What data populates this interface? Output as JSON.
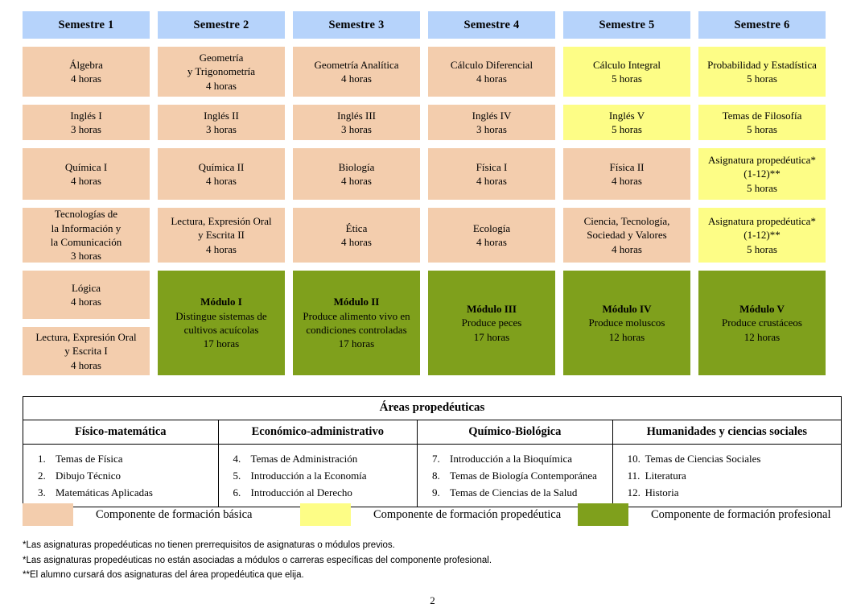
{
  "colors": {
    "header_blue": "#b6d3fb",
    "basica_peach": "#f3cdad",
    "propedeutica_yellow": "#fdfd86",
    "profesional_green": "#7fa01c",
    "border": "#000000"
  },
  "semesters": [
    {
      "header": "Semestre 1",
      "cells": [
        {
          "type": "basica",
          "height": "h-r1",
          "lines": [
            "Álgebra",
            "4 horas"
          ]
        },
        {
          "type": "basica",
          "height": "h-r2",
          "lines": [
            "Inglés I",
            "3 horas"
          ]
        },
        {
          "type": "basica",
          "height": "h-r3",
          "lines": [
            "Química I",
            "4 horas"
          ]
        },
        {
          "type": "basica",
          "height": "h-r4",
          "lines": [
            "Tecnologías de",
            "la Información y",
            "la Comunicación",
            "3 horas"
          ]
        },
        {
          "type": "basica",
          "height": "h-r5",
          "lines": [
            "Lógica",
            "4 horas"
          ]
        },
        {
          "type": "basica",
          "height": "h-r6",
          "lines": [
            "Lectura, Expresión Oral",
            "y Escrita I",
            "4 horas"
          ]
        }
      ]
    },
    {
      "header": "Semestre 2",
      "cells": [
        {
          "type": "basica",
          "height": "h-r1",
          "lines": [
            "Geometría",
            "y Trigonometría",
            "4 horas"
          ]
        },
        {
          "type": "basica",
          "height": "h-r2",
          "lines": [
            "Inglés II",
            "3 horas"
          ]
        },
        {
          "type": "basica",
          "height": "h-r3",
          "lines": [
            "Química II",
            "4 horas"
          ]
        },
        {
          "type": "basica",
          "height": "h-r4",
          "lines": [
            "Lectura, Expresión Oral",
            "y Escrita II",
            "4 horas"
          ]
        },
        {
          "type": "profesional",
          "height": "h-mod",
          "title": "Módulo I",
          "lines": [
            "Distingue sistemas de",
            "cultivos acuícolas",
            "17 horas"
          ]
        }
      ]
    },
    {
      "header": "Semestre 3",
      "cells": [
        {
          "type": "basica",
          "height": "h-r1",
          "lines": [
            "Geometría Analítica",
            "4 horas"
          ]
        },
        {
          "type": "basica",
          "height": "h-r2",
          "lines": [
            "Inglés III",
            "3 horas"
          ]
        },
        {
          "type": "basica",
          "height": "h-r3",
          "lines": [
            "Biología",
            "4 horas"
          ]
        },
        {
          "type": "basica",
          "height": "h-r4",
          "lines": [
            "Ética",
            "4 horas"
          ]
        },
        {
          "type": "profesional",
          "height": "h-mod",
          "title": "Módulo II",
          "lines": [
            "Produce alimento vivo en",
            "condiciones controladas",
            "17 horas"
          ]
        }
      ]
    },
    {
      "header": "Semestre 4",
      "cells": [
        {
          "type": "basica",
          "height": "h-r1",
          "lines": [
            "Cálculo Diferencial",
            "4 horas"
          ]
        },
        {
          "type": "basica",
          "height": "h-r2",
          "lines": [
            "Inglés IV",
            "3 horas"
          ]
        },
        {
          "type": "basica",
          "height": "h-r3",
          "lines": [
            "Física I",
            "4 horas"
          ]
        },
        {
          "type": "basica",
          "height": "h-r4",
          "lines": [
            "Ecología",
            "4 horas"
          ]
        },
        {
          "type": "profesional",
          "height": "h-mod",
          "title": "Módulo III",
          "lines": [
            "Produce peces",
            "17 horas"
          ]
        }
      ]
    },
    {
      "header": "Semestre 5",
      "cells": [
        {
          "type": "propedeutica",
          "height": "h-r1",
          "lines": [
            "Cálculo Integral",
            "5 horas"
          ]
        },
        {
          "type": "propedeutica",
          "height": "h-r2",
          "lines": [
            "Inglés V",
            "5 horas"
          ]
        },
        {
          "type": "basica",
          "height": "h-r3",
          "lines": [
            "Física II",
            "4 horas"
          ]
        },
        {
          "type": "basica",
          "height": "h-r4",
          "lines": [
            "Ciencia, Tecnología,",
            "Sociedad y Valores",
            "4 horas"
          ]
        },
        {
          "type": "profesional",
          "height": "h-mod",
          "title": "Módulo IV",
          "lines": [
            "Produce moluscos",
            "12 horas"
          ]
        }
      ]
    },
    {
      "header": "Semestre 6",
      "cells": [
        {
          "type": "propedeutica",
          "height": "h-r1",
          "lines": [
            "Probabilidad y Estadística",
            "5 horas"
          ]
        },
        {
          "type": "propedeutica",
          "height": "h-r2",
          "lines": [
            "Temas de Filosofía",
            "5 horas"
          ]
        },
        {
          "type": "propedeutica",
          "height": "h-r3",
          "lines": [
            "Asignatura propedéutica*",
            "(1-12)**",
            "5 horas"
          ]
        },
        {
          "type": "propedeutica",
          "height": "h-r4",
          "lines": [
            "Asignatura propedéutica*",
            "(1-12)**",
            "5 horas"
          ]
        },
        {
          "type": "profesional",
          "height": "h-mod",
          "title": "Módulo V",
          "lines": [
            "Produce crustáceos",
            "12 horas"
          ]
        }
      ]
    }
  ],
  "areas": {
    "title": "Áreas propedéuticas",
    "columns": [
      {
        "header": "Físico-matemática",
        "items": [
          {
            "num": "1.",
            "text": "Temas de Física"
          },
          {
            "num": "2.",
            "text": "Dibujo Técnico"
          },
          {
            "num": "3.",
            "text": "Matemáticas Aplicadas"
          }
        ]
      },
      {
        "header": "Económico-administrativo",
        "items": [
          {
            "num": "4.",
            "text": "Temas de Administración"
          },
          {
            "num": "5.",
            "text": "Introducción a la Economía"
          },
          {
            "num": "6.",
            "text": "Introducción al Derecho"
          }
        ]
      },
      {
        "header": "Químico-Biológica",
        "items": [
          {
            "num": "7.",
            "text": "Introducción a la Bioquímica"
          },
          {
            "num": "8.",
            "text": "Temas de Biología Contemporánea"
          },
          {
            "num": "9.",
            "text": "Temas de Ciencias de la Salud"
          }
        ]
      },
      {
        "header": "Humanidades y ciencias sociales",
        "items": [
          {
            "num": "10.",
            "text": "Temas de Ciencias Sociales"
          },
          {
            "num": "11.",
            "text": "Literatura"
          },
          {
            "num": "12.",
            "text": "Historia"
          }
        ]
      }
    ]
  },
  "legend": [
    {
      "color": "#f3cdad",
      "label": "Componente de formación básica"
    },
    {
      "color": "#fdfd86",
      "label": "Componente de formación propedéutica"
    },
    {
      "color": "#7fa01c",
      "label": "Componente de formación profesional"
    }
  ],
  "footnotes": [
    "*Las asignaturas propedéuticas no tienen prerrequisitos de asignaturas o módulos previos.",
    "*Las asignaturas propedéuticas no están asociadas a módulos o carreras específicas del componente profesional.",
    "**El alumno cursará dos asignaturas del área propedéutica que elija."
  ],
  "page_number": "2"
}
